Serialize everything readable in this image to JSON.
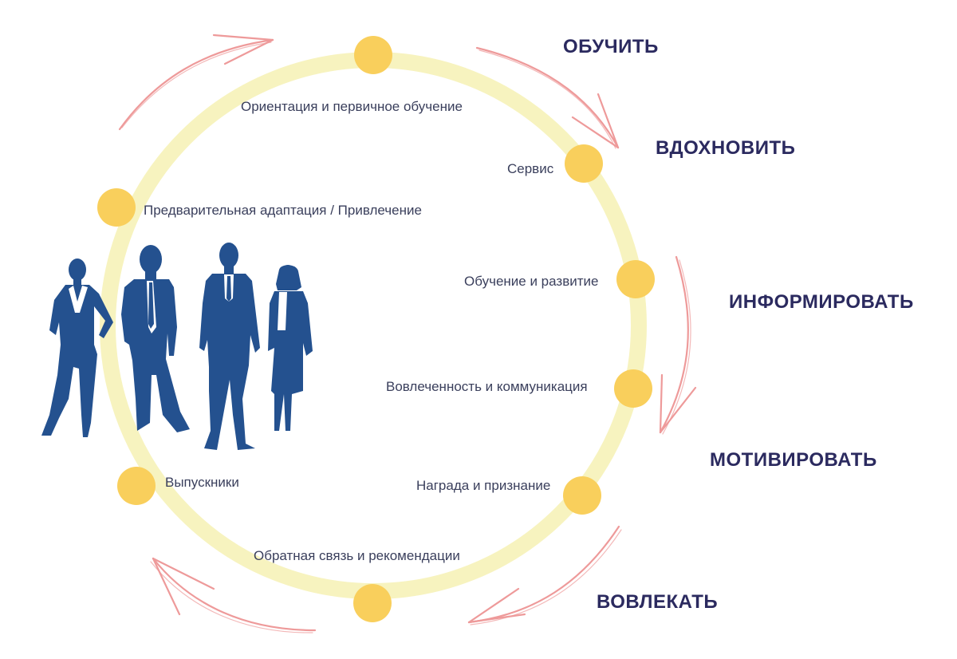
{
  "colors": {
    "ring": "#f7f3bf",
    "node": "#f9cf5c",
    "arrow": "#ee9a9a",
    "people": "#24518f",
    "verb_text": "#2b2a5f",
    "label_text": "#3a3f5c"
  },
  "stages": [
    {
      "id": "orientation",
      "label": "Ориентация и первичное обучение"
    },
    {
      "id": "service",
      "label": "Сервис"
    },
    {
      "id": "pre-adaptation",
      "label": "Предварительная адаптация / Привлечение"
    },
    {
      "id": "learning",
      "label": "Обучение и развитие"
    },
    {
      "id": "engagement",
      "label": "Вовлеченность и коммуникация"
    },
    {
      "id": "alumni",
      "label": "Выпускники"
    },
    {
      "id": "reward",
      "label": "Награда и признание"
    },
    {
      "id": "feedback",
      "label": "Обратная связь и рекомендации"
    }
  ],
  "verbs": [
    {
      "id": "teach",
      "label": "ОБУЧИТЬ"
    },
    {
      "id": "inspire",
      "label": "ВДОХНОВИТЬ"
    },
    {
      "id": "inform",
      "label": "ИНФОРМИРОВАТЬ"
    },
    {
      "id": "motivate",
      "label": "МОТИВИРОВАТЬ"
    },
    {
      "id": "engage",
      "label": "ВОВЛЕКАТЬ"
    }
  ],
  "icons": {
    "people": "people-silhouettes-icon"
  }
}
